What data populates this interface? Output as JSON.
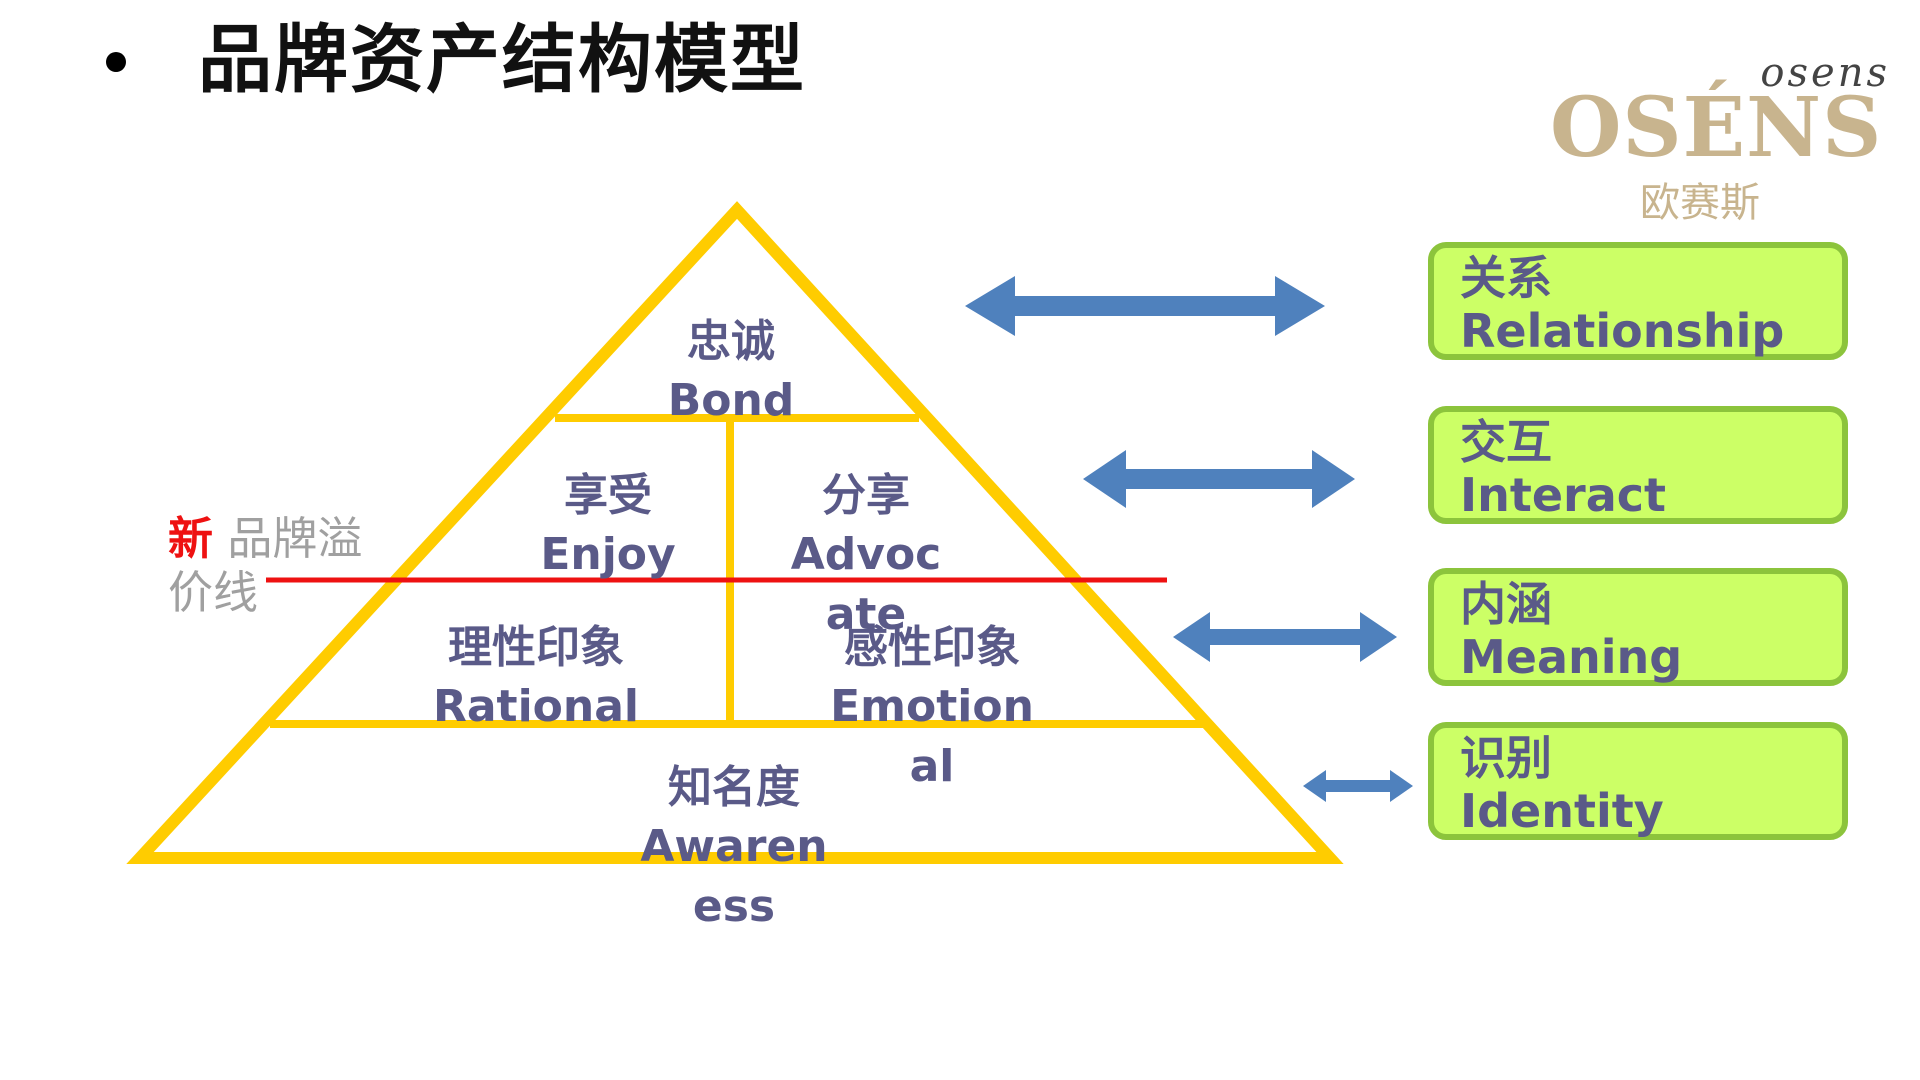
{
  "slide": {
    "title": "品牌资产结构模型"
  },
  "logo": {
    "script": "osens",
    "main": "OSÉNS",
    "sub": "欧赛斯"
  },
  "pyramid": {
    "levels": [
      {
        "zh": "忠诚",
        "en": "Bond"
      },
      {
        "zh": "享受",
        "en": "Enjoy"
      },
      {
        "zh": "分享",
        "en": "Advocate",
        "en_lines": [
          "Advoc",
          "ate"
        ]
      },
      {
        "zh": "理性印象",
        "en": "Rational"
      },
      {
        "zh": "感性印象",
        "en": "Emotional",
        "en_lines": [
          "Emotion",
          "al"
        ]
      },
      {
        "zh": "知名度",
        "en": "Awareness",
        "en_lines": [
          "Awaren",
          "ess"
        ]
      }
    ]
  },
  "legend": {
    "highlight": "新",
    "text_line1": "品牌溢",
    "text_line2": "价线"
  },
  "boxes": [
    {
      "zh": "关系",
      "en": "Relationship"
    },
    {
      "zh": "交互",
      "en": "Interact"
    },
    {
      "zh": "内涵",
      "en": "Meaning"
    },
    {
      "zh": "识别",
      "en": "Identity"
    }
  ],
  "colors": {
    "pyramid_outline": "#ffcc00",
    "premium_line": "#ee1111",
    "arrow": "#4f81bd",
    "box_fill": "#ccff66",
    "box_border": "#8cc43c",
    "label_text": "#5a5a88",
    "logo": "#c8b48e"
  }
}
